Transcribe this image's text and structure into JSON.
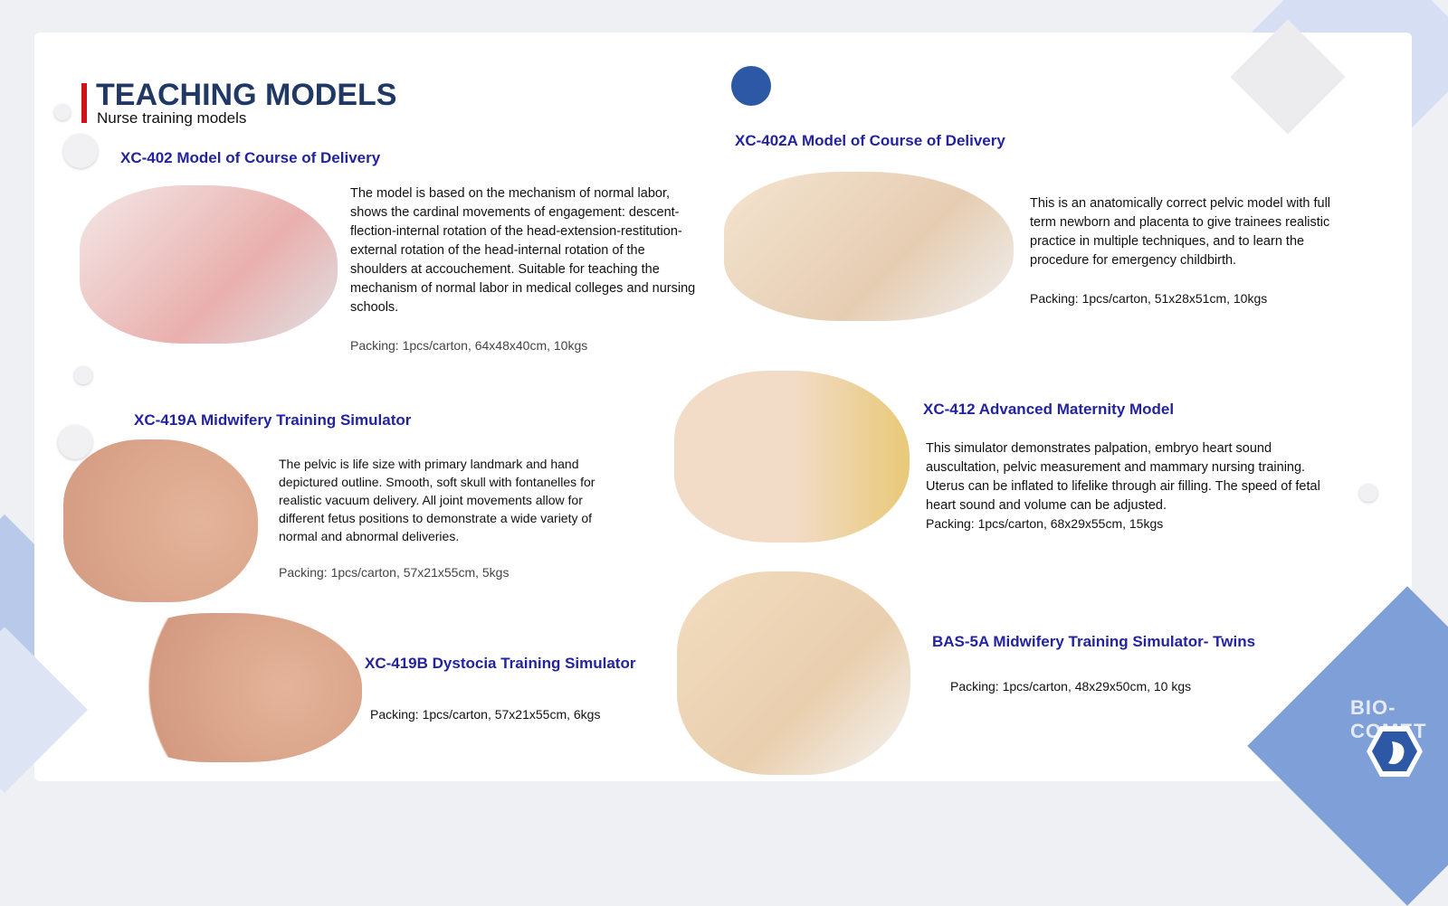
{
  "header": {
    "title": "TEACHING MODELS",
    "subtitle": "Nurse training models"
  },
  "products": [
    {
      "title": "XC-402 Model of Course of Delivery",
      "description": "The model is based on the mechanism of normal labor, shows the cardinal movements of engagement: descent-flection-internal rotation of the head-extension-restitution-external rotation of the head-internal rotation of the shoulders at accouchement. Suitable for teaching the mechanism of normal labor in medical colleges and nursing schools.",
      "packing": "Packing: 1pcs/carton, 64x48x40cm, 10kgs"
    },
    {
      "title": "XC-402A Model of Course of Delivery",
      "description": "This is an anatomically correct pelvic model with full term newborn and placenta to give trainees realistic practice in multiple techniques, and to learn the procedure for emergency childbirth.",
      "packing": "Packing: 1pcs/carton, 51x28x51cm, 10kgs"
    },
    {
      "title": "XC-419A Midwifery Training Simulator",
      "description": "The pelvic is life size with primary landmark and hand depictured outline. Smooth, soft skull with fontanelles for realistic vacuum delivery. All joint movements allow for different fetus positions to demonstrate a wide variety of normal and abnormal deliveries.",
      "packing": "Packing: 1pcs/carton, 57x21x55cm, 5kgs"
    },
    {
      "title": "XC-412 Advanced Maternity Model",
      "description": "This simulator demonstrates palpation, embryo heart sound auscultation, pelvic measurement and mammary nursing training. Uterus can be inflated to lifelike through air filling. The speed of fetal heart sound and volume can be adjusted.",
      "packing": "Packing: 1pcs/carton, 68x29x55cm, 15kgs"
    },
    {
      "title": "XC-419B Dystocia Training Simulator",
      "packing": "Packing: 1pcs/carton, 57x21x55cm, 6kgs"
    },
    {
      "title": "BAS-5A  Midwifery Training Simulator- Twins",
      "packing": "Packing: 1pcs/carton, 48x29x50cm, 10 kgs"
    }
  ],
  "brand": {
    "name": "BIO-COMET"
  },
  "colors": {
    "accent": "#d0121b",
    "title": "#1f3864",
    "product_title": "#2323a0",
    "deco": "#7f9fd8"
  }
}
